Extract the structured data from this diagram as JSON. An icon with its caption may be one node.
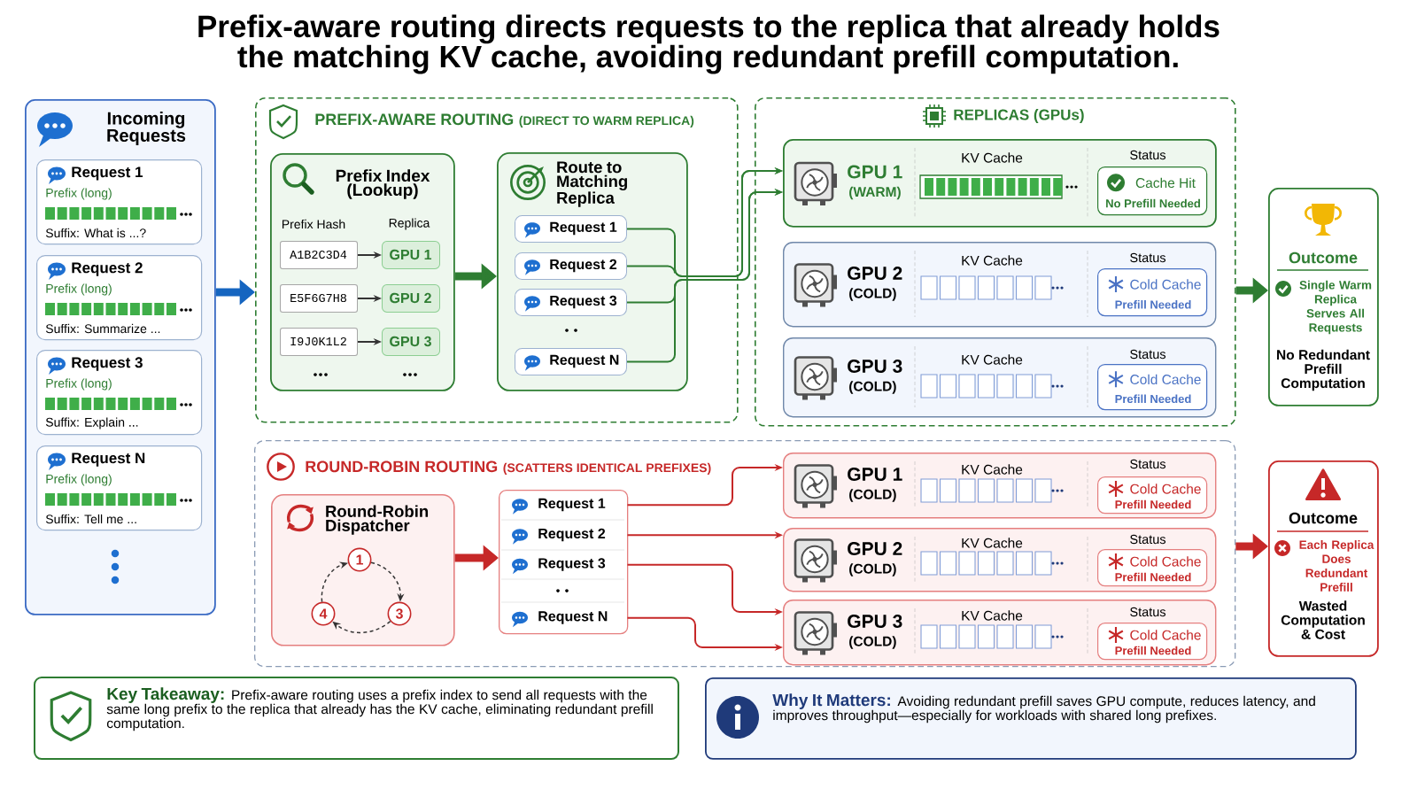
{
  "diagram": {
    "title": "Prefix-aware routing directs requests to the replica that already holds the matching KV cache, avoiding redundant prefill computation.",
    "nodes": [
      {
        "text": [
          "Incoming Requests"
        ]
      },
      {
        "text": [
          "Request 1",
          "Prefix (long)",
          "Suffix: What is ...?"
        ],
        "in": 0
      },
      {
        "text": [
          "Request 2",
          "Prefix (long)",
          "Suffix: Summarize ..."
        ],
        "in": 0
      },
      {
        "text": [
          "Request 3",
          "Prefix (long)",
          "Suffix: Explain ..."
        ],
        "in": 0
      },
      {
        "text": [
          "Request N",
          "Prefix (long)",
          "Suffix: Tell me ..."
        ],
        "in": 0
      },
      {
        "text": [
          "PREFIX-AWARE ROUTING",
          "(DIRECT TO WARM REPLICA)"
        ]
      },
      {
        "text": [
          "Prefix Index (Lookup)",
          "Prefix Hash",
          "Replica"
        ],
        "in": 5
      },
      {
        "text": [
          "A1B2C3D4"
        ],
        "in": 6
      },
      {
        "text": [
          "E5F6G7H8"
        ],
        "in": 6
      },
      {
        "text": [
          "I9J0K1L2"
        ],
        "in": 6
      },
      {
        "text": [
          "GPU 1"
        ],
        "in": 6
      },
      {
        "text": [
          "GPU 2"
        ],
        "in": 6
      },
      {
        "text": [
          "GPU 3"
        ],
        "in": 6
      },
      {
        "text": [
          "Route to Matching Replica"
        ],
        "in": 5
      },
      {
        "text": [
          "Request 1"
        ],
        "in": 13
      },
      {
        "text": [
          "Request 2"
        ],
        "in": 13
      },
      {
        "text": [
          "Request 3"
        ],
        "in": 13
      },
      {
        "text": [
          "Request N"
        ],
        "in": 13
      },
      {
        "text": [
          "REPLICAS (GPUs)"
        ]
      },
      {
        "text": [
          "GPU 1",
          "(WARM)",
          "KV Cache",
          "Status"
        ],
        "in": 18
      },
      {
        "text": [
          "Cache Hit",
          "No Prefill Needed"
        ],
        "in": 19
      },
      {
        "text": [
          "GPU 2",
          "(COLD)",
          "KV Cache",
          "Status"
        ],
        "in": 18
      },
      {
        "text": [
          "Cold Cache",
          "Prefill Needed"
        ],
        "in": 21
      },
      {
        "text": [
          "GPU 3",
          "(COLD)",
          "KV Cache",
          "Status"
        ],
        "in": 18
      },
      {
        "text": [
          "Cold Cache",
          "Prefill Needed"
        ],
        "in": 23
      },
      {
        "text": [
          "Outcome",
          "Single Warm Replica Serves All Requests",
          "No Redundant Prefill Computation"
        ]
      },
      {
        "text": [
          "ROUND-ROBIN ROUTING",
          "(SCATTERS IDENTICAL PREFIXES)"
        ]
      },
      {
        "text": [
          "Round-Robin Dispatcher"
        ],
        "in": 26
      },
      {
        "text": [
          "1"
        ],
        "in": 27
      },
      {
        "text": [
          "4"
        ],
        "in": 27
      },
      {
        "text": [
          "3"
        ],
        "in": 27
      },
      {
        "text": [],
        "shape": "box",
        "in": 26
      },
      {
        "text": [
          "Request 1"
        ],
        "in": 31
      },
      {
        "text": [
          "Request 2"
        ],
        "in": 31
      },
      {
        "text": [
          "Request 3"
        ],
        "in": 31
      },
      {
        "text": [
          "Request N"
        ],
        "in": 31
      },
      {
        "text": [
          "GPU 1",
          "(COLD)",
          "KV Cache",
          "Status"
        ],
        "in": 26
      },
      {
        "text": [
          "Cold Cache",
          "Prefill Needed"
        ],
        "in": 36
      },
      {
        "text": [
          "GPU 2",
          "(COLD)",
          "KV Cache",
          "Status"
        ],
        "in": 26
      },
      {
        "text": [
          "Cold Cache",
          "Prefill Needed"
        ],
        "in": 38
      },
      {
        "text": [
          "GPU 3",
          "(COLD)",
          "KV Cache",
          "Status"
        ],
        "in": 26
      },
      {
        "text": [
          "Cold Cache",
          "Prefill Needed"
        ],
        "in": 40
      },
      {
        "text": [
          "Outcome",
          "Each Replica Does Redundant Prefill",
          "Wasted Computation & Cost"
        ]
      },
      {
        "text": [
          "Key Takeaway:",
          "Prefix-aware routing uses a prefix index to send all requests with the same long prefix to the replica that already has the KV cache, eliminating redundant prefill computation."
        ]
      },
      {
        "text": [
          "Why It Matters:",
          "Avoiding redundant prefill saves GPU compute, reduces latency, and improves throughput—especially for workloads with shared long prefixes."
        ]
      }
    ],
    "edges": [
      {
        "from": 0,
        "to": 5,
        "arrow": "to",
        "style": "thick",
        "color": "#1565c0"
      },
      {
        "from": 7,
        "to": 10,
        "arrow": "to"
      },
      {
        "from": 8,
        "to": 11,
        "arrow": "to"
      },
      {
        "from": 9,
        "to": 12,
        "arrow": "to"
      },
      {
        "from": 6,
        "to": 13,
        "arrow": "to",
        "style": "thick",
        "color": "#2e7d32"
      },
      {
        "from": 14,
        "to": 19,
        "arrow": "to",
        "color": "#2e7d32"
      },
      {
        "from": 15,
        "to": 19,
        "arrow": "to",
        "color": "#2e7d32"
      },
      {
        "from": 16,
        "to": 19,
        "arrow": "to",
        "color": "#2e7d32"
      },
      {
        "from": 17,
        "to": 19,
        "arrow": "to",
        "color": "#2e7d32"
      },
      {
        "from": 18,
        "to": 25,
        "arrow": "to",
        "style": "thick",
        "color": "#2e7d32"
      },
      {
        "from": 28,
        "to": 30,
        "arrow": "to",
        "style": "dashed"
      },
      {
        "from": 30,
        "to": 29,
        "arrow": "to",
        "style": "dashed"
      },
      {
        "from": 29,
        "to": 28,
        "arrow": "to",
        "style": "dashed"
      },
      {
        "from": 27,
        "to": 31,
        "arrow": "to",
        "style": "thick",
        "color": "#c62828"
      },
      {
        "from": 32,
        "to": 36,
        "arrow": "to",
        "color": "#c62828"
      },
      {
        "from": 33,
        "to": 38,
        "arrow": "to",
        "color": "#c62828"
      },
      {
        "from": 34,
        "to": 40,
        "arrow": "to",
        "color": "#c62828"
      },
      {
        "from": 35,
        "to": 40,
        "arrow": "to",
        "color": "#c62828"
      },
      {
        "from": 26,
        "to": 42,
        "arrow": "to",
        "style": "thick",
        "color": "#c62828"
      }
    ]
  }
}
